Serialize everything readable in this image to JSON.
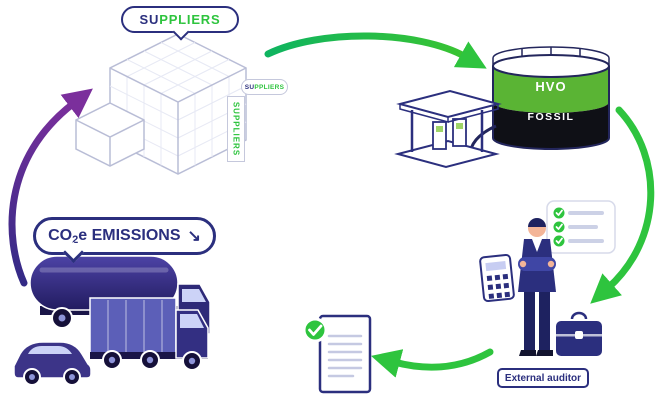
{
  "colors": {
    "navy": "#2b2f7e",
    "green": "#2ec43e",
    "hvo_green": "#5ab434",
    "fossil_black": "#0f1016",
    "purple_gradient_start": "#332a86",
    "purple_gradient_end": "#7b2f9c",
    "truck_indigo": "#3c3488"
  },
  "suppliers": {
    "badge": {
      "part1": "SU",
      "part2": "PPLIERS"
    },
    "banner_label": "SUPPLIERS",
    "sign": {
      "part1": "SU",
      "part2": "PPLIERS"
    }
  },
  "fuel_tank": {
    "top_label": "HVO",
    "bottom_label": "FOSSIL"
  },
  "emissions_badge": {
    "prefix": "CO",
    "subscript": "2",
    "suffix": "e EMISSIONS",
    "arrow_glyph": "↘"
  },
  "auditor": {
    "label": "External auditor"
  },
  "icons": {
    "check_glyph": "✓"
  }
}
